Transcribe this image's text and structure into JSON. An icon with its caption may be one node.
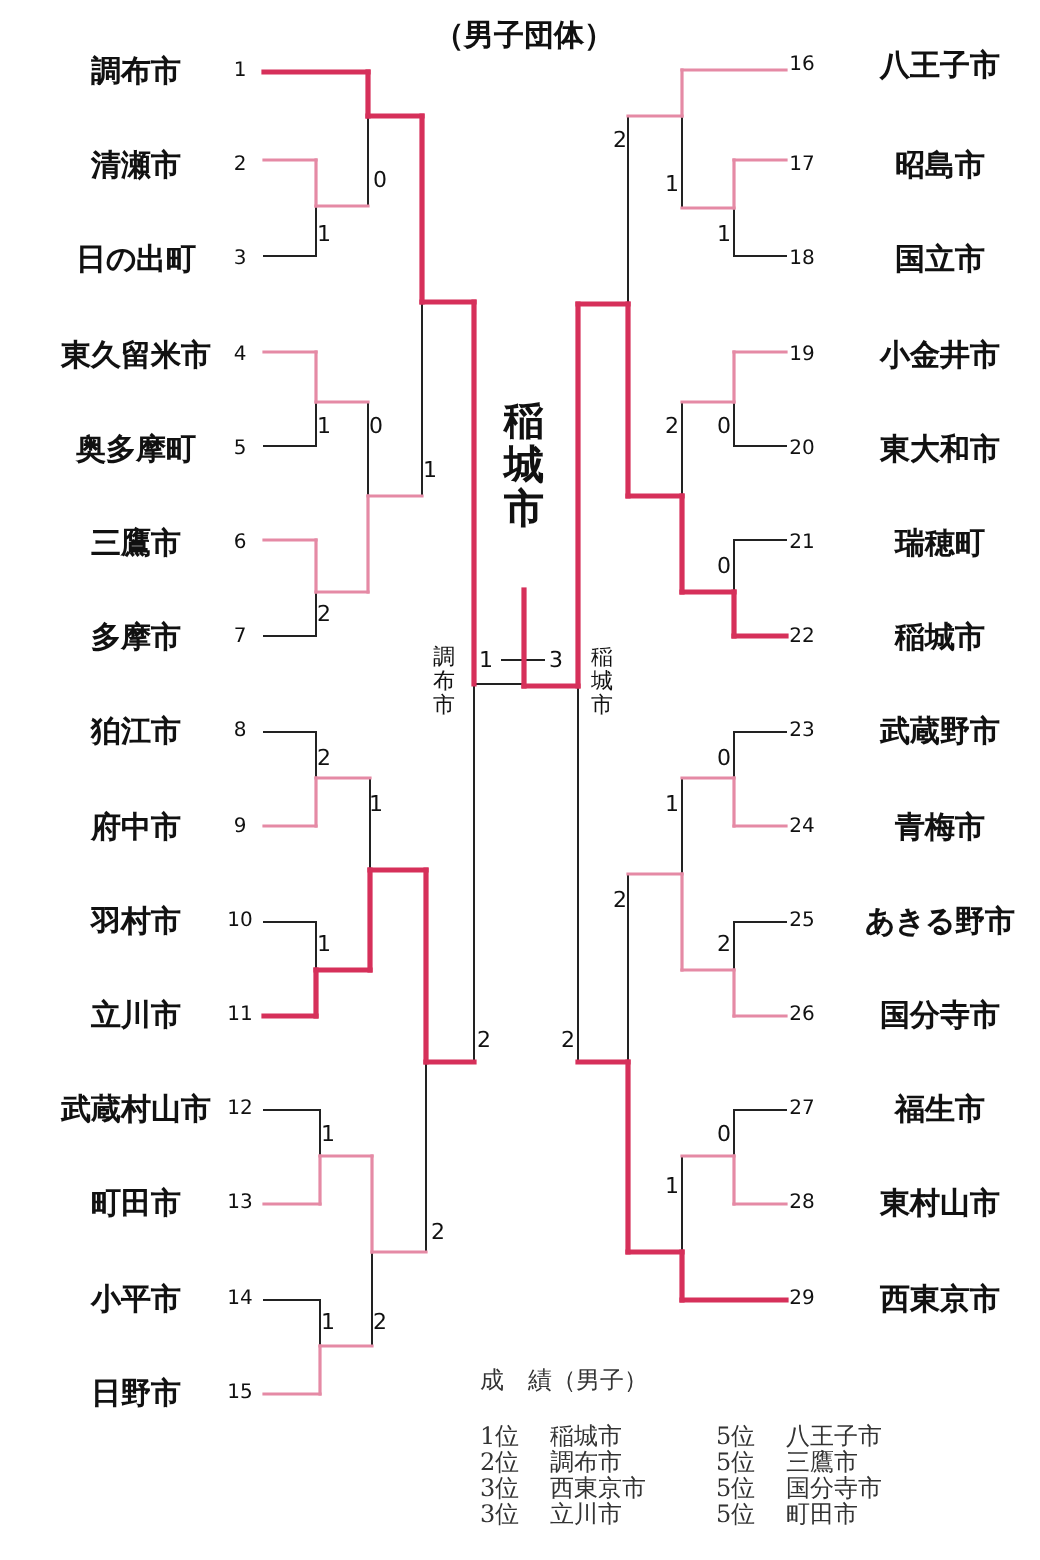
{
  "diagram": {
    "title": "（男子団体）",
    "labels": [
      "調布市",
      "1",
      "16",
      "八王子市",
      "清瀬市",
      "2",
      "17",
      "昭島市",
      "日の出町",
      "3",
      "18",
      "国立市",
      "東久留米市",
      "4",
      "19",
      "小金井市",
      "奥多摩町",
      "5",
      "20",
      "東大和市",
      "三鷹市",
      "6",
      "21",
      "瑞穂町",
      "多摩市",
      "7",
      "22",
      "稲城市",
      "狛江市",
      "8",
      "23",
      "武蔵野市",
      "府中市",
      "9",
      "24",
      "青梅市",
      "羽村市",
      "10",
      "25",
      "あきる野市",
      "立川市",
      "11",
      "26",
      "国分寺市",
      "武蔵村山市",
      "12",
      "27",
      "福生市",
      "町田市",
      "13",
      "28",
      "東村山市",
      "小平市",
      "14",
      "29",
      "西東京市",
      "日野市",
      "15",
      "2",
      "0",
      "1",
      "1",
      "1",
      "1",
      "0",
      "2",
      "0",
      "1",
      "0",
      "2",
      "2",
      "0",
      "1",
      "1",
      "2",
      "1",
      "2",
      "2",
      "2",
      "1",
      "0",
      "1",
      "2",
      "1",
      "2",
      "稲城市",
      "調布市",
      "1",
      "3",
      "稲城市",
      "成　績（男子）",
      "1位",
      "稲城市",
      "5位",
      "八王子市",
      "2位",
      "調布市",
      "5位",
      "三鷹市",
      "3位",
      "西東京市",
      "5位",
      "国分寺市",
      "3位",
      "立川市",
      "5位",
      "町田市"
    ]
  }
}
